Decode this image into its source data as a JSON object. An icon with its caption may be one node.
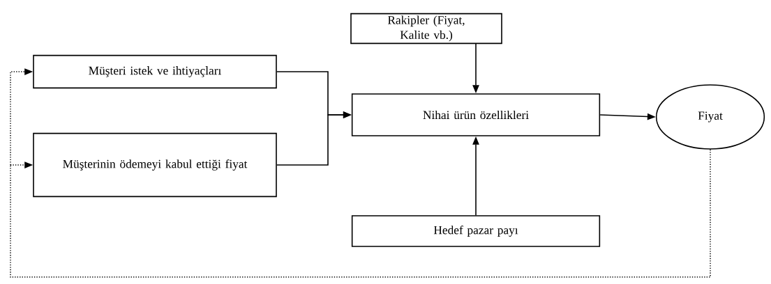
{
  "diagram": {
    "nodes": [
      {
        "text": [
          "Rakipler (Fiyat, Kalite vb.)"
        ]
      },
      {
        "text": [
          "Müşteri istek ve ihtiyaçları"
        ]
      },
      {
        "text": [
          "Nihai ürün özellikleri"
        ]
      },
      {
        "text": [
          "Fiyat"
        ]
      },
      {
        "text": [
          "Müşterinin ödemeyi kabul ettiği fiyat"
        ]
      },
      {
        "text": [
          "Hedef pazar payı"
        ]
      }
    ],
    "edges": [
      {
        "from": 0,
        "to": 2,
        "arrow": "to"
      },
      {
        "from": 1,
        "to": 2,
        "arrow": "to"
      },
      {
        "from": 4,
        "to": 2,
        "arrow": "to"
      },
      {
        "from": 2,
        "to": 3,
        "arrow": "to"
      },
      {
        "from": 5,
        "to": 2,
        "arrow": "to"
      },
      {
        "from": 3,
        "to": 1,
        "arrow": "to",
        "style": "dashed"
      },
      {
        "from": 3,
        "to": 4,
        "arrow": "to",
        "style": "dashed"
      }
    ]
  }
}
